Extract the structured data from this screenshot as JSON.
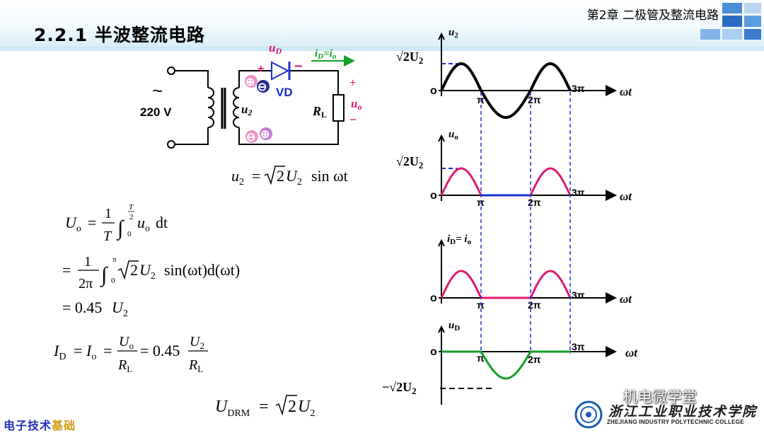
{
  "header": {
    "chapter": "第2章 二极管及整流电路",
    "title": "2.2.1 半波整流电路"
  },
  "circuit": {
    "ac_symbol": "~",
    "source_voltage": "220 V",
    "secondary": "u",
    "secondary_sub": "2",
    "diode_voltage": "u",
    "diode_voltage_sub": "D",
    "diode_label": "VD",
    "current": "i",
    "current_sub": "D",
    "current_eq": "=i",
    "current_sub2": "o",
    "load": "R",
    "load_sub": "L",
    "output": "u",
    "output_sub": "o",
    "plus": "+",
    "minus": "−",
    "circ_plus": "⊕",
    "circ_minus": "⊖"
  },
  "equations": {
    "u2": {
      "lhs": "u",
      "lhs_sub": "2",
      "eq": "=",
      "sqrt2": "2",
      "U": "U",
      "U_sub": "2",
      "rest": "sin ωt"
    },
    "Uo_def": {
      "lhs": "U",
      "lhs_sub": "o",
      "eq": "=",
      "num": "1",
      "den": "T",
      "int_top": "T",
      "int_top_den": "2",
      "int_bot": "0",
      "body": "u",
      "body_sub": "o",
      "dt": "dt"
    },
    "Uo_sub": {
      "eq": "=",
      "num": "1",
      "den": "2π",
      "int_top": "π",
      "int_bot": "0",
      "sqrt2": "2",
      "U": "U",
      "U_sub": "2",
      "rest": "sin(ωt)d(ωt)"
    },
    "Uo_res": {
      "eq": "= 0.45",
      "U": "U",
      "U_sub": "2"
    },
    "ID": {
      "lhs": "I",
      "lhs_sub": "D",
      "eq1": "=",
      "I": "I",
      "I_sub": "o",
      "eq2": "=",
      "num1": "U",
      "num1_sub": "o",
      "den1": "R",
      "den1_sub": "L",
      "eq3": "= 0.45",
      "num2": "U",
      "num2_sub": "2",
      "den2": "R",
      "den2_sub": "L"
    },
    "UDRM": {
      "lhs": "U",
      "lhs_sub": "DRM",
      "eq": "=",
      "sqrt2": "2",
      "U": "U",
      "U_sub": "2"
    }
  },
  "waveforms": {
    "axis_label": "ωt",
    "origin": "o",
    "ticks": [
      "π",
      "2π",
      "3π"
    ],
    "peak_label": "√2U",
    "peak_sub": "2",
    "neg_peak_label": "−√2U",
    "panels": [
      {
        "ylabel": "u",
        "ylabel_sub": "2",
        "ylabel_rest": "",
        "ylabel_rest_sub": ""
      },
      {
        "ylabel": "u",
        "ylabel_sub": "o",
        "ylabel_rest": "",
        "ylabel_rest_sub": ""
      },
      {
        "ylabel": "i",
        "ylabel_sub": "D",
        "ylabel_rest": "= i",
        "ylabel_rest_sub": "o"
      },
      {
        "ylabel": "u",
        "ylabel_sub": "D",
        "ylabel_rest": "",
        "ylabel_rest_sub": ""
      }
    ],
    "colors": {
      "u2": "#000000",
      "uo": "#e0196e",
      "uD": "#13a024",
      "dash": "#1a2fd0",
      "axis": "#000000"
    }
  },
  "footer": {
    "course_a": "电子技术",
    "course_b": "基础",
    "watermark": "机电微学堂",
    "college_cn": "浙江工业职业技术学院",
    "college_en": "ZHEJIANG INDUSTRY POLYTECHNIC COLLEGE"
  }
}
